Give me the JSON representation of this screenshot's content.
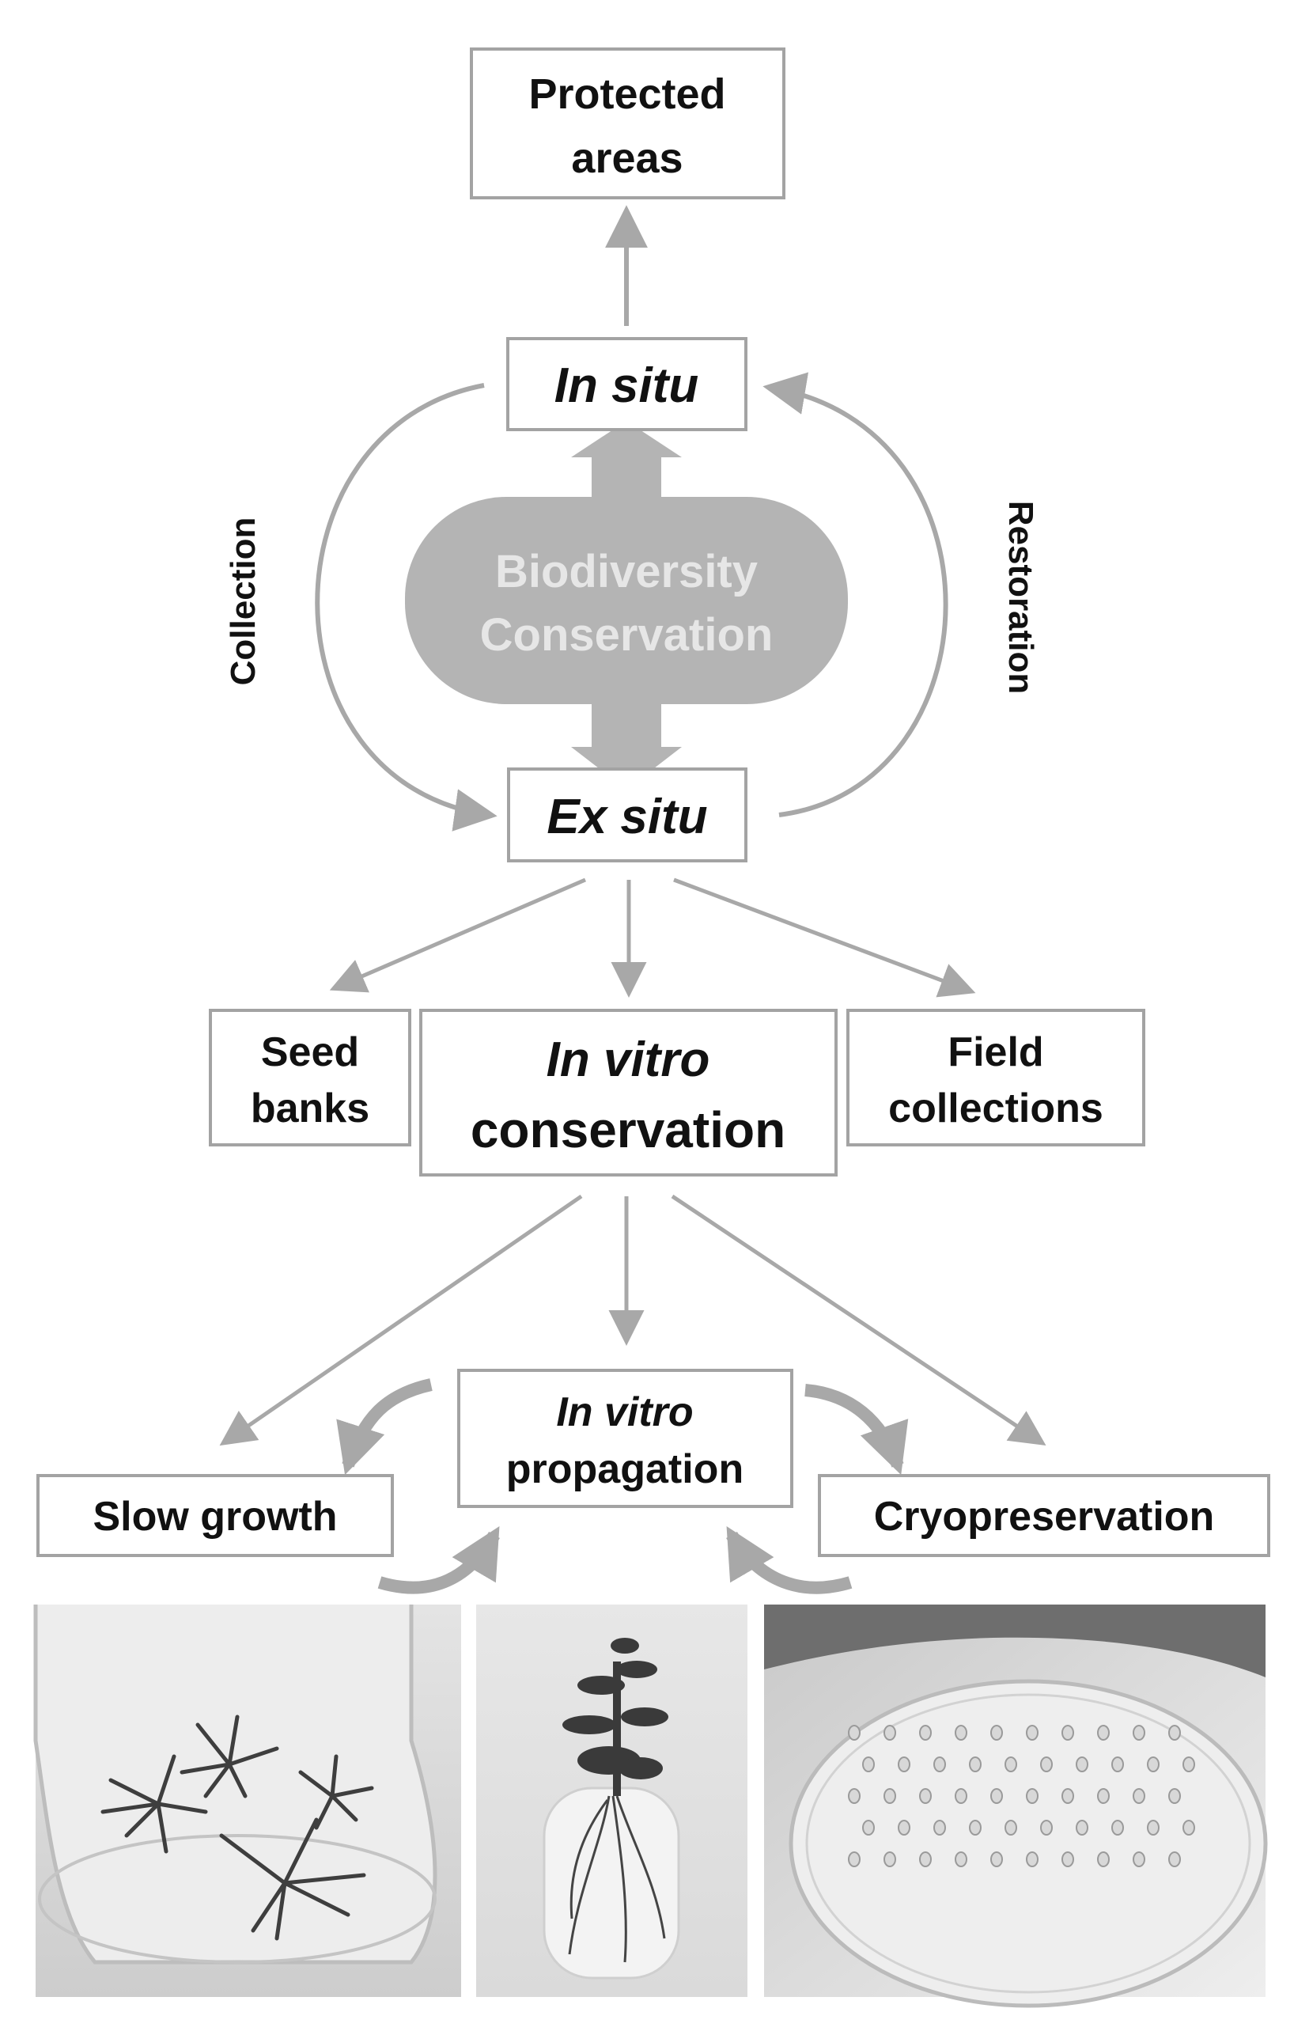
{
  "nodes": {
    "protected_areas": {
      "line1": "Protected",
      "line2": "areas"
    },
    "in_situ": {
      "label": "In situ"
    },
    "biodiversity": {
      "line1": "Biodiversity",
      "line2": "Conservation"
    },
    "ex_situ": {
      "label": "Ex situ"
    },
    "seed_banks": {
      "line1": "Seed",
      "line2": "banks"
    },
    "in_vitro_conservation": {
      "line1": "In vitro",
      "line2": "conservation"
    },
    "field_collections": {
      "line1": "Field",
      "line2": "collections"
    },
    "in_vitro_propagation": {
      "line1": "In vitro",
      "line2": "propagation"
    },
    "slow_growth": {
      "label": "Slow growth"
    },
    "cryopreservation": {
      "label": "Cryopreservation"
    }
  },
  "edges": {
    "collection": "Collection",
    "restoration": "Restoration"
  },
  "photos": [
    {
      "subject": "Shoots in flask (slow growth)"
    },
    {
      "subject": "Rooted plantlet in tube (in vitro propagation)"
    },
    {
      "subject": "Encapsulated beads in Petri dish (cryopreservation)"
    }
  ],
  "colors": {
    "box_border": "#a3a3a3",
    "arrow": "#a8a8a8",
    "pill_fill": "#b4b4b4",
    "pill_text": "#e6e6e6",
    "text": "#111111"
  }
}
